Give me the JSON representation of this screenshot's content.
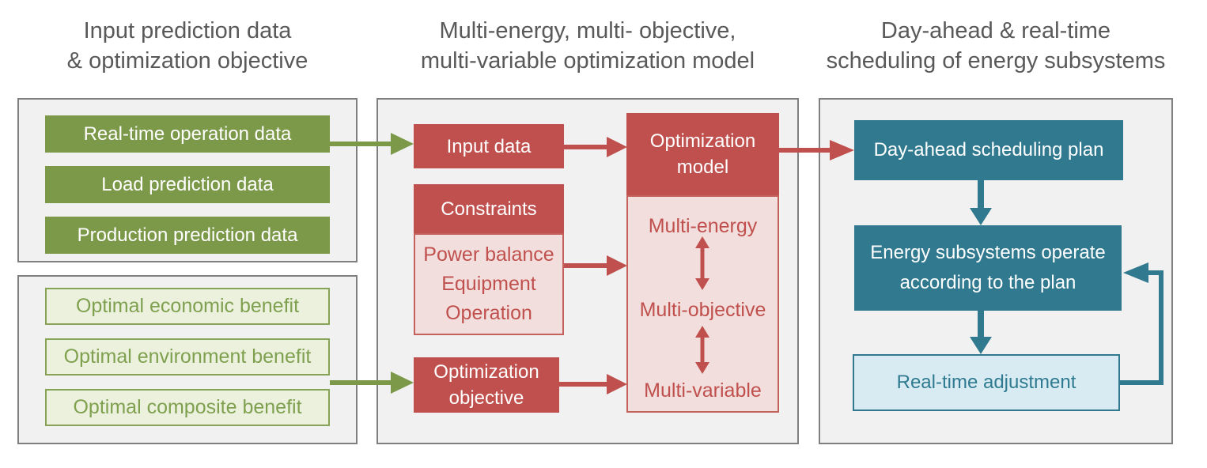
{
  "headers": {
    "left": "Input prediction data\n& optimization objective",
    "middle": "Multi-energy, multi- objective,\nmulti-variable optimization model",
    "right": "Day-ahead & real-time\nscheduling of energy subsystems"
  },
  "input_group": {
    "items": [
      "Real-time operation data",
      "Load prediction data",
      "Production prediction data"
    ]
  },
  "objective_group": {
    "items": [
      "Optimal economic benefit",
      "Optimal environment benefit",
      "Optimal composite benefit"
    ]
  },
  "model_group": {
    "input_data": "Input data",
    "constraints_title": "Constraints",
    "constraints_body": "Power balance\nEquipment\nOperation",
    "optimization_objective": "Optimization\nobjective",
    "optimization_model": "Optimization\nmodel",
    "aspects": [
      "Multi-energy",
      "Multi-objective",
      "Multi-variable"
    ]
  },
  "scheduling_group": {
    "day_ahead": "Day-ahead scheduling plan",
    "operate": "Energy subsystems operate\naccording to the plan",
    "adjustment": "Real-time adjustment"
  },
  "colors": {
    "header_text": "#595959",
    "group_fill": "#F1F1F1",
    "group_border": "#7F7F7F",
    "green_solid": "#7C994A",
    "green_light_fill": "#EBF1DC",
    "green_light_border": "#87A355",
    "green_text": "#7FA04F",
    "red_solid": "#C0504D",
    "pink_fill": "#F2DFDD",
    "pink_border": "#C5615B",
    "teal_solid": "#30798F",
    "teal_light_fill": "#D9EBF2",
    "white_text": "#FFFFFF"
  }
}
